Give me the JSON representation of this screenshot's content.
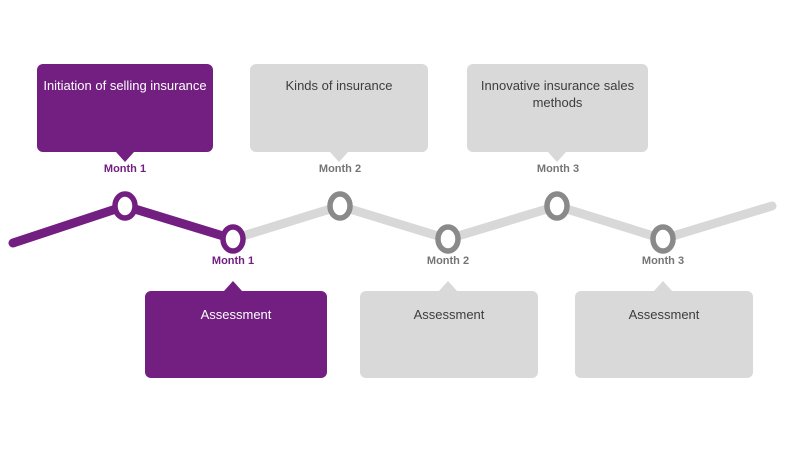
{
  "colors": {
    "accent_purple": "#721f81",
    "card_gray": "#d9d9d9",
    "line_gray": "#d8d8d8",
    "node_stroke_gray": "#8a8a8a",
    "month_gray_text": "#757575",
    "card_gray_text": "#3d3d3d",
    "card_purple_text": "#ffffff"
  },
  "timeline": {
    "top_cards": [
      {
        "label": "Initiation of selling insurance",
        "month": "Month 1",
        "theme": "purple"
      },
      {
        "label": "Kinds of insurance",
        "month": "Month 2",
        "theme": "gray"
      },
      {
        "label": "Innovative insurance sales methods",
        "month": "Month 3",
        "theme": "gray"
      }
    ],
    "bottom_cards": [
      {
        "label": "Assessment",
        "month": "Month 1",
        "theme": "purple"
      },
      {
        "label": "Assessment",
        "month": "Month 2",
        "theme": "gray"
      },
      {
        "label": "Assessment",
        "month": "Month 3",
        "theme": "gray"
      }
    ]
  }
}
